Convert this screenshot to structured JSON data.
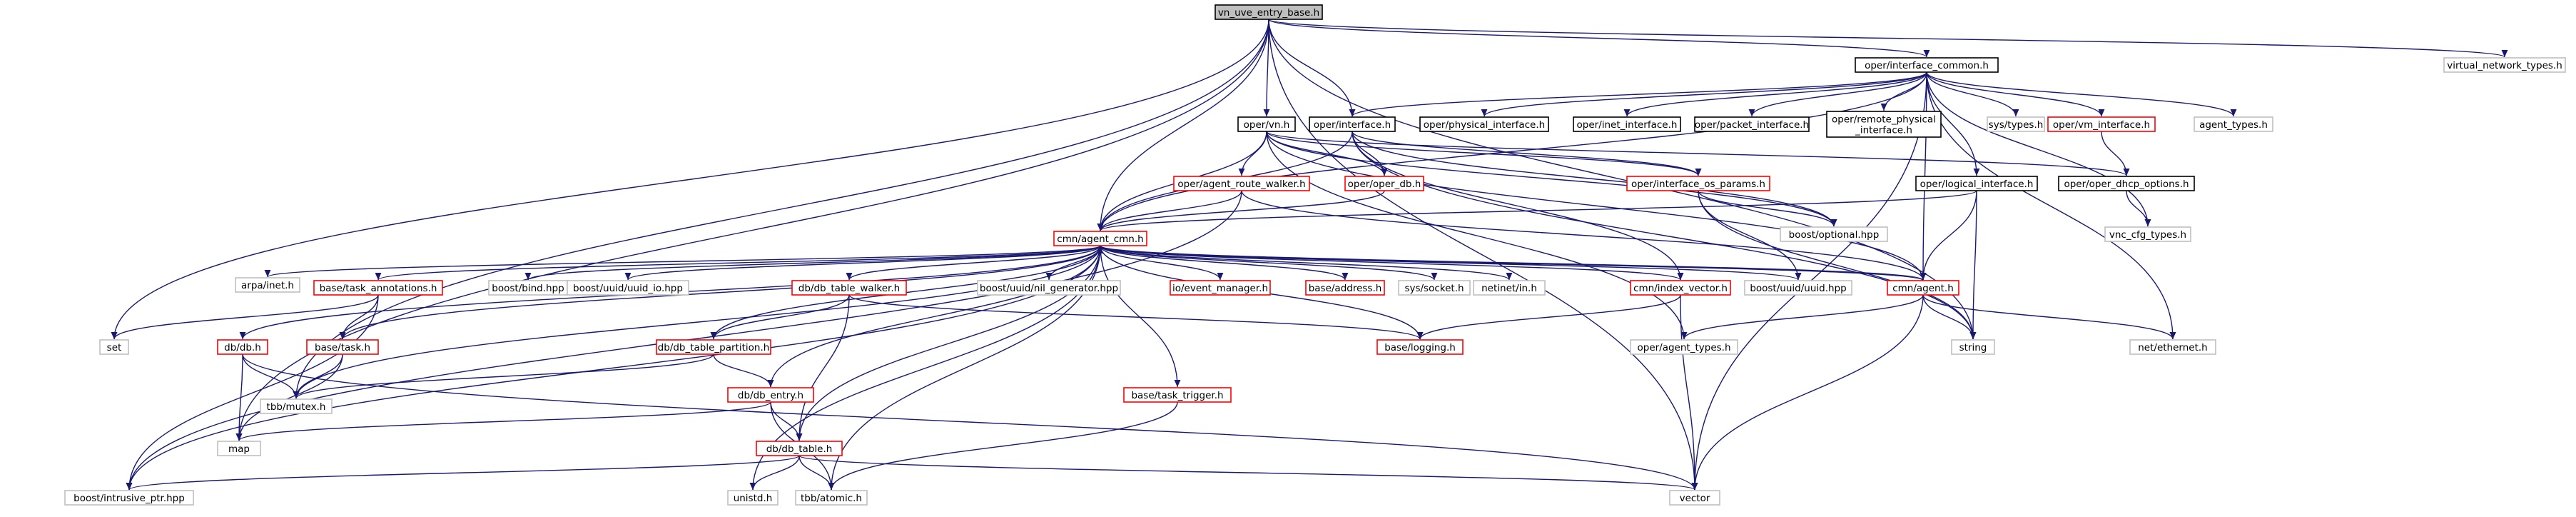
{
  "graph": {
    "colors": {
      "root_fill": "#bfbfbf",
      "root_stroke": "#000000",
      "red_stroke": "#ff0000",
      "black_stroke": "#000000",
      "grey_stroke": "#bfbfbf",
      "node_text": "#000000",
      "edge": "#191970"
    },
    "nodes": [
      {
        "id": "vn_uve_entry_base",
        "kind": "root",
        "lines": [
          "vn_uve_entry_base.h"
        ]
      },
      {
        "id": "oper_interface_common",
        "kind": "black",
        "lines": [
          "oper/interface_common.h"
        ]
      },
      {
        "id": "virtual_network_types",
        "kind": "grey",
        "lines": [
          "virtual_network_types.h"
        ]
      },
      {
        "id": "oper_vn",
        "kind": "black",
        "lines": [
          "oper/vn.h"
        ]
      },
      {
        "id": "oper_interface",
        "kind": "black",
        "lines": [
          "oper/interface.h"
        ]
      },
      {
        "id": "oper_physical_interface",
        "kind": "black",
        "lines": [
          "oper/physical_interface.h"
        ]
      },
      {
        "id": "oper_inet_interface",
        "kind": "black",
        "lines": [
          "oper/inet_interface.h"
        ]
      },
      {
        "id": "oper_packet_interface",
        "kind": "black",
        "lines": [
          "oper/packet_interface.h"
        ]
      },
      {
        "id": "oper_remote_physical_interface",
        "kind": "black",
        "lines": [
          "oper/remote_physical",
          "_interface.h"
        ]
      },
      {
        "id": "sys_types",
        "kind": "grey",
        "lines": [
          "sys/types.h"
        ]
      },
      {
        "id": "oper_vm_interface",
        "kind": "red",
        "lines": [
          "oper/vm_interface.h"
        ]
      },
      {
        "id": "agent_types",
        "kind": "grey",
        "lines": [
          "agent_types.h"
        ]
      },
      {
        "id": "oper_agent_route_walker",
        "kind": "red",
        "lines": [
          "oper/agent_route_walker.h"
        ]
      },
      {
        "id": "oper_oper_db",
        "kind": "red",
        "lines": [
          "oper/oper_db.h"
        ]
      },
      {
        "id": "oper_interface_os_params",
        "kind": "red",
        "lines": [
          "oper/interface_os_params.h"
        ]
      },
      {
        "id": "oper_oper_dhcp_options",
        "kind": "black",
        "lines": [
          "oper/oper_dhcp_options.h"
        ]
      },
      {
        "id": "oper_logical_interface",
        "kind": "black",
        "lines": [
          "oper/logical_interface.h"
        ]
      },
      {
        "id": "boost_optional",
        "kind": "grey",
        "lines": [
          "boost/optional.hpp"
        ]
      },
      {
        "id": "vnc_cfg_types",
        "kind": "grey",
        "lines": [
          "vnc_cfg_types.h"
        ]
      },
      {
        "id": "cmn_agent_cmn",
        "kind": "red",
        "lines": [
          "cmn/agent_cmn.h"
        ]
      },
      {
        "id": "arpa_inet",
        "kind": "grey",
        "lines": [
          "arpa/inet.h"
        ]
      },
      {
        "id": "base_task_annotations",
        "kind": "red",
        "lines": [
          "base/task_annotations.h"
        ]
      },
      {
        "id": "boost_bind",
        "kind": "grey",
        "lines": [
          "boost/bind.hpp"
        ]
      },
      {
        "id": "boost_uuid_uuid_io",
        "kind": "grey",
        "lines": [
          "boost/uuid/uuid_io.hpp"
        ]
      },
      {
        "id": "db_db_table_walker",
        "kind": "red",
        "lines": [
          "db/db_table_walker.h"
        ]
      },
      {
        "id": "boost_uuid_nil_generator",
        "kind": "grey",
        "lines": [
          "boost/uuid/nil_generator.hpp"
        ]
      },
      {
        "id": "io_event_manager",
        "kind": "red",
        "lines": [
          "io/event_manager.h"
        ]
      },
      {
        "id": "base_address",
        "kind": "red",
        "lines": [
          "base/address.h"
        ]
      },
      {
        "id": "sys_socket",
        "kind": "grey",
        "lines": [
          "sys/socket.h"
        ]
      },
      {
        "id": "netinet_in",
        "kind": "grey",
        "lines": [
          "netinet/in.h"
        ]
      },
      {
        "id": "cmn_index_vector",
        "kind": "red",
        "lines": [
          "cmn/index_vector.h"
        ]
      },
      {
        "id": "boost_uuid_uuid",
        "kind": "grey",
        "lines": [
          "boost/uuid/uuid.hpp"
        ]
      },
      {
        "id": "cmn_agent",
        "kind": "red",
        "lines": [
          "cmn/agent.h"
        ]
      },
      {
        "id": "set",
        "kind": "grey",
        "lines": [
          "set"
        ]
      },
      {
        "id": "db_db",
        "kind": "red",
        "lines": [
          "db/db.h"
        ]
      },
      {
        "id": "base_task",
        "kind": "red",
        "lines": [
          "base/task.h"
        ]
      },
      {
        "id": "db_db_table_partition",
        "kind": "red",
        "lines": [
          "db/db_table_partition.h"
        ]
      },
      {
        "id": "base_logging",
        "kind": "red",
        "lines": [
          "base/logging.h"
        ]
      },
      {
        "id": "oper_agent_types",
        "kind": "grey",
        "lines": [
          "oper/agent_types.h"
        ]
      },
      {
        "id": "string",
        "kind": "grey",
        "lines": [
          "string"
        ]
      },
      {
        "id": "net_ethernet",
        "kind": "grey",
        "lines": [
          "net/ethernet.h"
        ]
      },
      {
        "id": "tbb_mutex",
        "kind": "grey",
        "lines": [
          "tbb/mutex.h"
        ]
      },
      {
        "id": "db_db_entry",
        "kind": "red",
        "lines": [
          "db/db_entry.h"
        ]
      },
      {
        "id": "base_task_trigger",
        "kind": "red",
        "lines": [
          "base/task_trigger.h"
        ]
      },
      {
        "id": "map",
        "kind": "grey",
        "lines": [
          "map"
        ]
      },
      {
        "id": "db_db_table",
        "kind": "red",
        "lines": [
          "db/db_table.h"
        ]
      },
      {
        "id": "boost_intrusive_ptr",
        "kind": "grey",
        "lines": [
          "boost/intrusive_ptr.hpp"
        ]
      },
      {
        "id": "unistd",
        "kind": "grey",
        "lines": [
          "unistd.h"
        ]
      },
      {
        "id": "tbb_atomic",
        "kind": "grey",
        "lines": [
          "tbb/atomic.h"
        ]
      },
      {
        "id": "vector",
        "kind": "grey",
        "lines": [
          "vector"
        ]
      }
    ],
    "edges": [
      [
        "vn_uve_entry_base",
        "oper_interface_common"
      ],
      [
        "vn_uve_entry_base",
        "virtual_network_types"
      ],
      [
        "vn_uve_entry_base",
        "oper_vn"
      ],
      [
        "vn_uve_entry_base",
        "oper_interface"
      ],
      [
        "vn_uve_entry_base",
        "cmn_agent_cmn"
      ],
      [
        "vn_uve_entry_base",
        "set"
      ],
      [
        "vn_uve_entry_base",
        "tbb_mutex"
      ],
      [
        "vn_uve_entry_base",
        "map"
      ],
      [
        "vn_uve_entry_base",
        "string"
      ],
      [
        "vn_uve_entry_base",
        "vector"
      ],
      [
        "oper_interface_common",
        "oper_physical_interface"
      ],
      [
        "oper_interface_common",
        "oper_inet_interface"
      ],
      [
        "oper_interface_common",
        "oper_packet_interface"
      ],
      [
        "oper_interface_common",
        "oper_remote_physical_interface"
      ],
      [
        "oper_interface_common",
        "sys_types"
      ],
      [
        "oper_interface_common",
        "oper_vm_interface"
      ],
      [
        "oper_interface_common",
        "agent_types"
      ],
      [
        "oper_interface_common",
        "oper_logical_interface"
      ],
      [
        "oper_interface_common",
        "cmn_agent_cmn"
      ],
      [
        "oper_interface_common",
        "cmn_agent"
      ],
      [
        "oper_interface_common",
        "net_ethernet"
      ],
      [
        "oper_interface_common",
        "vnc_cfg_types"
      ],
      [
        "oper_interface_common",
        "vector"
      ],
      [
        "oper_interface_common",
        "oper_interface"
      ],
      [
        "oper_vm_interface",
        "oper_oper_dhcp_options"
      ],
      [
        "oper_vn",
        "oper_agent_route_walker"
      ],
      [
        "oper_vn",
        "oper_oper_db"
      ],
      [
        "oper_vn",
        "oper_interface_os_params"
      ],
      [
        "oper_vn",
        "cmn_agent_cmn"
      ],
      [
        "oper_vn",
        "oper_oper_dhcp_options"
      ],
      [
        "oper_vn",
        "boost_optional"
      ],
      [
        "oper_vn",
        "cmn_agent"
      ],
      [
        "oper_vn",
        "oper_agent_types"
      ],
      [
        "oper_interface",
        "oper_oper_db"
      ],
      [
        "oper_interface",
        "oper_interface_os_params"
      ],
      [
        "oper_interface",
        "cmn_agent_cmn"
      ],
      [
        "oper_interface",
        "boost_optional"
      ],
      [
        "oper_interface",
        "cmn_index_vector"
      ],
      [
        "oper_interface",
        "string"
      ],
      [
        "oper_agent_route_walker",
        "cmn_agent_cmn"
      ],
      [
        "oper_agent_route_walker",
        "cmn_agent"
      ],
      [
        "oper_agent_route_walker",
        "boost_intrusive_ptr"
      ],
      [
        "oper_oper_db",
        "cmn_agent_cmn"
      ],
      [
        "oper_interface_os_params",
        "boost_optional"
      ],
      [
        "oper_interface_os_params",
        "boost_uuid_uuid"
      ],
      [
        "oper_interface_os_params",
        "string"
      ],
      [
        "oper_oper_dhcp_options",
        "vnc_cfg_types"
      ],
      [
        "oper_logical_interface",
        "cmn_agent_cmn"
      ],
      [
        "oper_logical_interface",
        "cmn_agent"
      ],
      [
        "oper_logical_interface",
        "string"
      ],
      [
        "cmn_agent_cmn",
        "arpa_inet"
      ],
      [
        "cmn_agent_cmn",
        "base_task_annotations"
      ],
      [
        "cmn_agent_cmn",
        "boost_bind"
      ],
      [
        "cmn_agent_cmn",
        "boost_uuid_uuid_io"
      ],
      [
        "cmn_agent_cmn",
        "db_db_table_walker"
      ],
      [
        "cmn_agent_cmn",
        "boost_uuid_nil_generator"
      ],
      [
        "cmn_agent_cmn",
        "io_event_manager"
      ],
      [
        "cmn_agent_cmn",
        "base_address"
      ],
      [
        "cmn_agent_cmn",
        "sys_socket"
      ],
      [
        "cmn_agent_cmn",
        "netinet_in"
      ],
      [
        "cmn_agent_cmn",
        "boost_uuid_uuid"
      ],
      [
        "cmn_agent_cmn",
        "cmn_agent"
      ],
      [
        "cmn_agent_cmn",
        "db_db"
      ],
      [
        "cmn_agent_cmn",
        "base_task"
      ],
      [
        "cmn_agent_cmn",
        "db_db_table_partition"
      ],
      [
        "cmn_agent_cmn",
        "base_logging"
      ],
      [
        "cmn_agent_cmn",
        "db_db_entry"
      ],
      [
        "cmn_agent_cmn",
        "db_db_table"
      ],
      [
        "cmn_agent_cmn",
        "base_task_trigger"
      ],
      [
        "cmn_agent_cmn",
        "tbb_mutex"
      ],
      [
        "cmn_agent_cmn",
        "unistd"
      ],
      [
        "cmn_agent_cmn",
        "tbb_atomic"
      ],
      [
        "cmn_agent_cmn",
        "boost_intrusive_ptr"
      ],
      [
        "cmn_agent_cmn",
        "cmn_index_vector"
      ],
      [
        "cmn_index_vector",
        "base_logging"
      ],
      [
        "cmn_index_vector",
        "vector"
      ],
      [
        "cmn_agent",
        "cmn_agent_cmn"
      ],
      [
        "cmn_agent",
        "oper_agent_types"
      ],
      [
        "cmn_agent",
        "string"
      ],
      [
        "cmn_agent",
        "net_ethernet"
      ],
      [
        "cmn_agent",
        "vector"
      ],
      [
        "base_task_annotations",
        "base_task"
      ],
      [
        "base_task_annotations",
        "boost_intrusive_ptr"
      ],
      [
        "base_task_annotations",
        "set"
      ],
      [
        "db_db_table_walker",
        "db_db_table_partition"
      ],
      [
        "db_db_table_walker",
        "db_db_table"
      ],
      [
        "db_db_table_walker",
        "base_logging"
      ],
      [
        "db_db",
        "tbb_mutex"
      ],
      [
        "db_db",
        "map"
      ],
      [
        "db_db",
        "vector"
      ],
      [
        "base_task",
        "tbb_mutex"
      ],
      [
        "base_task",
        "map"
      ],
      [
        "db_db_table_partition",
        "db_db_entry"
      ],
      [
        "db_db_table_partition",
        "tbb_mutex"
      ],
      [
        "db_db_entry",
        "db_db_table"
      ],
      [
        "db_db_entry",
        "map"
      ],
      [
        "db_db_entry",
        "tbb_atomic"
      ],
      [
        "db_db_table",
        "unistd"
      ],
      [
        "db_db_table",
        "tbb_atomic"
      ],
      [
        "db_db_table",
        "boost_intrusive_ptr"
      ],
      [
        "db_db_table",
        "vector"
      ],
      [
        "base_task_trigger",
        "tbb_atomic"
      ]
    ]
  }
}
